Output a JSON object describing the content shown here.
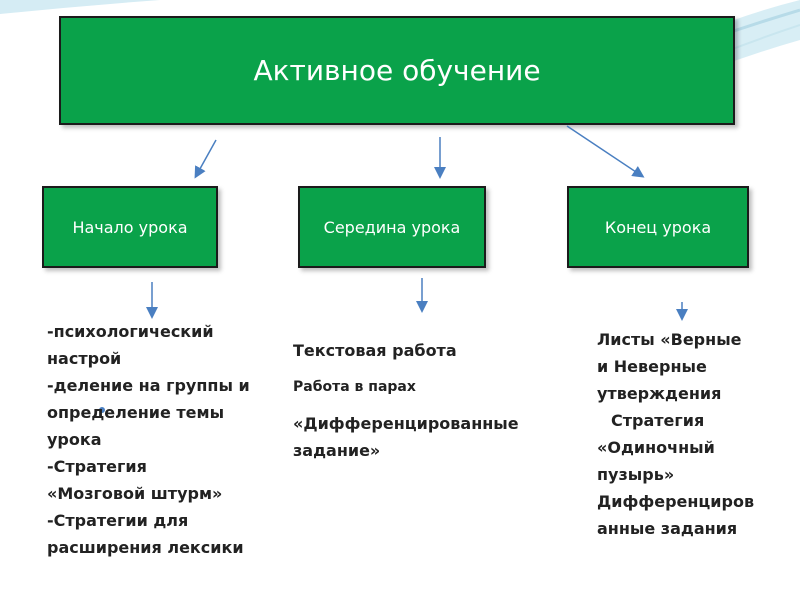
{
  "title": "Активное обучение",
  "stages": {
    "start": "Начало урока",
    "middle": "Середина урока",
    "end": "Конец урока"
  },
  "start_items": [
    "-психологический",
    "настрой",
    "-деление на группы и",
    "определение темы",
    "урока",
    "-Стратегия",
    "«Мозговой штурм»",
    "-Стратегии для",
    "расширения лексики"
  ],
  "middle_items": [
    "Текстовая работа",
    "Работа в парах",
    "«Дифференцированные",
    "задание»"
  ],
  "end_items": [
    "Листы «Верные",
    "и Неверные",
    "утверждения",
    "Стратегия",
    "«Одиночный",
    "пузырь»",
    "Дифференциров",
    "анные задания"
  ],
  "colors": {
    "box_fill": "#0aa24a",
    "box_border": "#1b1b1b",
    "arrow": "#4a7fc1",
    "wave": "#bfe3ee"
  }
}
